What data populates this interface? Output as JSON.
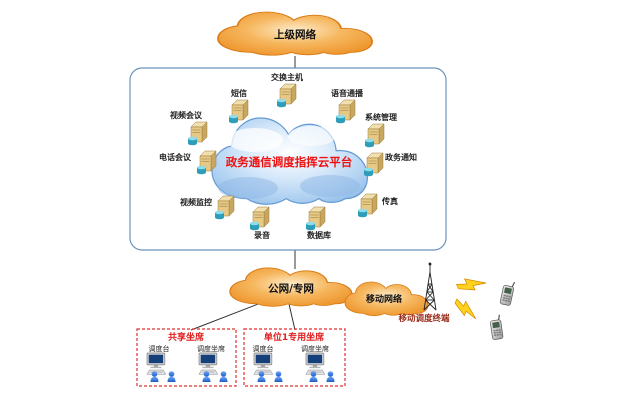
{
  "diagram": {
    "top_cloud": "上级网络",
    "platform_cloud": "政务通信调度指挥云平台",
    "public_cloud": "公网/专网",
    "mobile_cloud": "移动网络",
    "mobile_terminal": "移动调度终端"
  },
  "servers": [
    {
      "label": "交换主机"
    },
    {
      "label": "短信"
    },
    {
      "label": "语音通播"
    },
    {
      "label": "视频会议"
    },
    {
      "label": "系统管理"
    },
    {
      "label": "电话会议"
    },
    {
      "label": "政务通知"
    },
    {
      "label": "视频监控"
    },
    {
      "label": "传真"
    },
    {
      "label": "录音"
    },
    {
      "label": "数据库"
    }
  ],
  "seats": [
    {
      "title": "共享坐席",
      "consoles": [
        {
          "label": "调度台"
        },
        {
          "label": "调度坐席"
        }
      ]
    },
    {
      "title": "单位1专用坐席",
      "consoles": [
        {
          "label": "调度台"
        },
        {
          "label": "调度坐席"
        }
      ]
    }
  ],
  "colors": {
    "orange_cloud": "#f2a24a",
    "orange_cloud_edge": "#d97a14",
    "blue_cloud": "#9cc3ec",
    "platform_text": "#ee1111",
    "seat_title": "#e02020",
    "seat_border": "#e03030",
    "lightning": "#ffd21e"
  }
}
